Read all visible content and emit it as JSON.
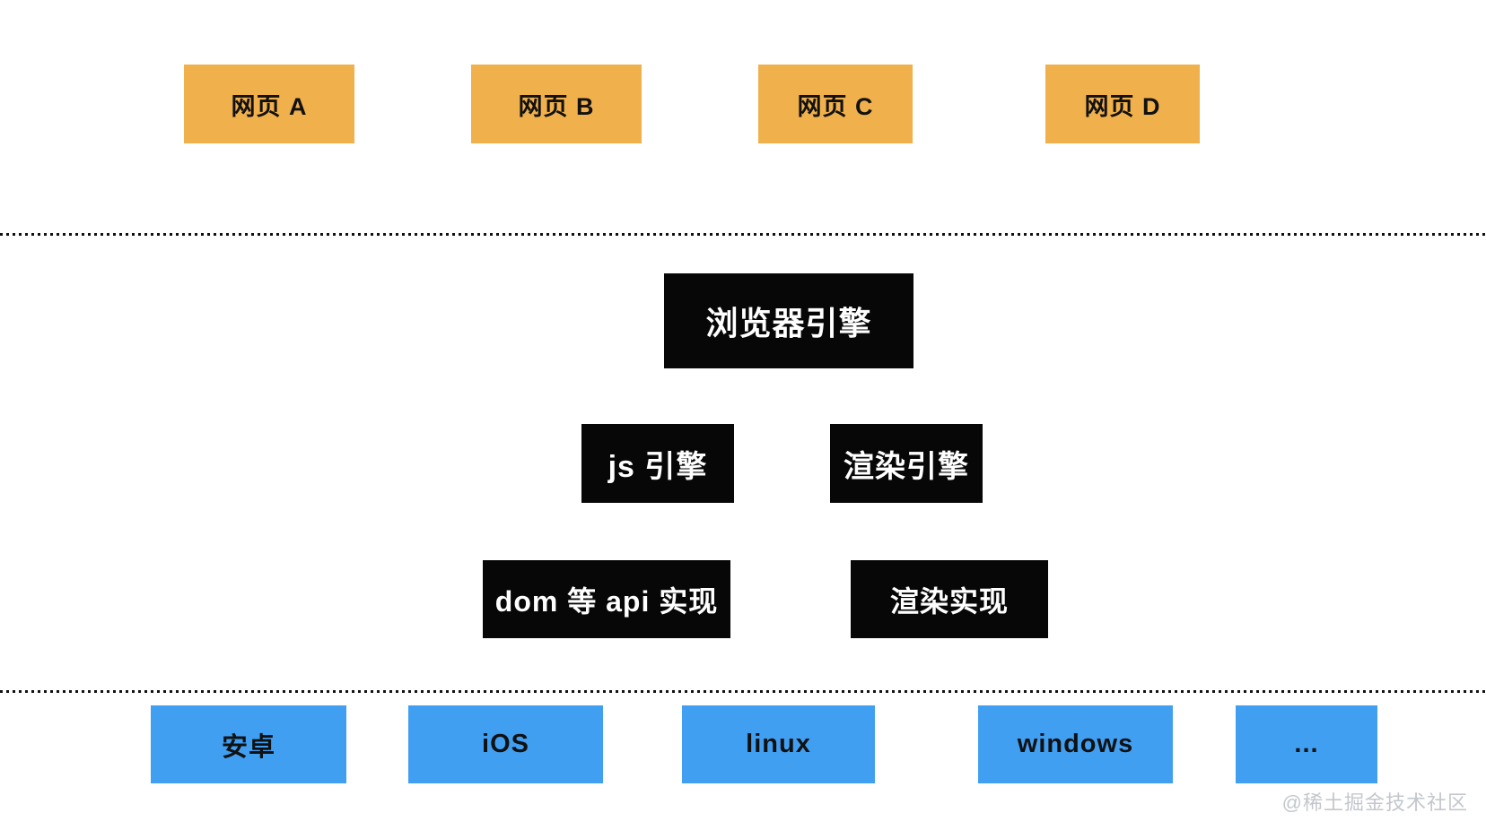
{
  "diagram": {
    "title_hint": "browser architecture diagram",
    "webpages_row": [
      {
        "label": "网页 A"
      },
      {
        "label": "网页 B"
      },
      {
        "label": "网页 C"
      },
      {
        "label": "网页 D"
      }
    ],
    "engine": {
      "browser_engine": "浏览器引擎",
      "js_engine": "js 引擎",
      "render_engine": "渲染引擎",
      "dom_api_impl": "dom 等 api 实现",
      "render_impl": "渲染实现"
    },
    "platforms_row": [
      {
        "label": "安卓"
      },
      {
        "label": "iOS"
      },
      {
        "label": "linux"
      },
      {
        "label": "windows"
      },
      {
        "label": "..."
      }
    ],
    "watermark": "@稀土掘金技术社区",
    "colors": {
      "background": "#FFFFFF",
      "webpage_box": "#F0B04B",
      "platform_box": "#419FF2",
      "engine_box": "#070707",
      "engine_text": "#FFFFFF",
      "box_text": "#111111",
      "divider": "#111111",
      "watermark_text": "#C3C7CC"
    }
  }
}
